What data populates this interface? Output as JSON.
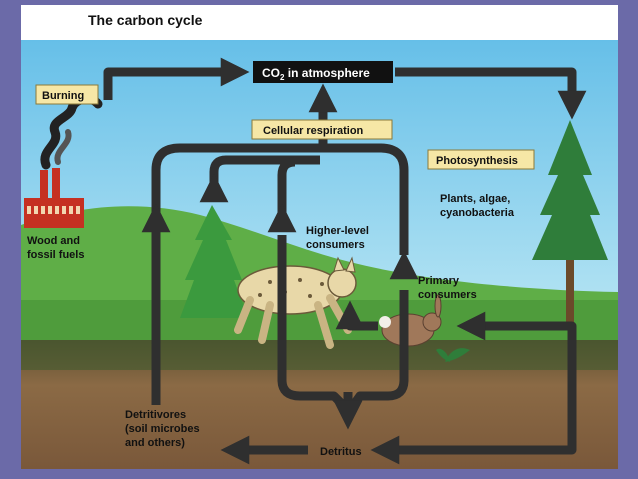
{
  "diagram": {
    "title": "The carbon cycle",
    "labels": {
      "co2": "CO",
      "co2_sub": "2",
      "co2_rest": " in atmosphere",
      "burning": "Burning",
      "cellular_respiration": "Cellular respiration",
      "photosynthesis": "Photosynthesis",
      "plants_line1": "Plants, algae,",
      "plants_line2": "cyanobacteria",
      "higher_line1": "Higher-level",
      "higher_line2": "consumers",
      "primary_line1": "Primary",
      "primary_line2": "consumers",
      "wood_line1": "Wood and",
      "wood_line2": "fossil fuels",
      "detritivores_line1": "Detritivores",
      "detritivores_line2": "(soil microbes",
      "detritivores_line3": "and others)",
      "detritus": "Detritus"
    },
    "colors": {
      "frame": "#6b6aa8",
      "sky": "#7cc8e8",
      "ground": "#7a5a3a",
      "arrow": "#2f2f2f",
      "highlight_box": "#f6e7a6",
      "co2_box": "#111111"
    }
  }
}
